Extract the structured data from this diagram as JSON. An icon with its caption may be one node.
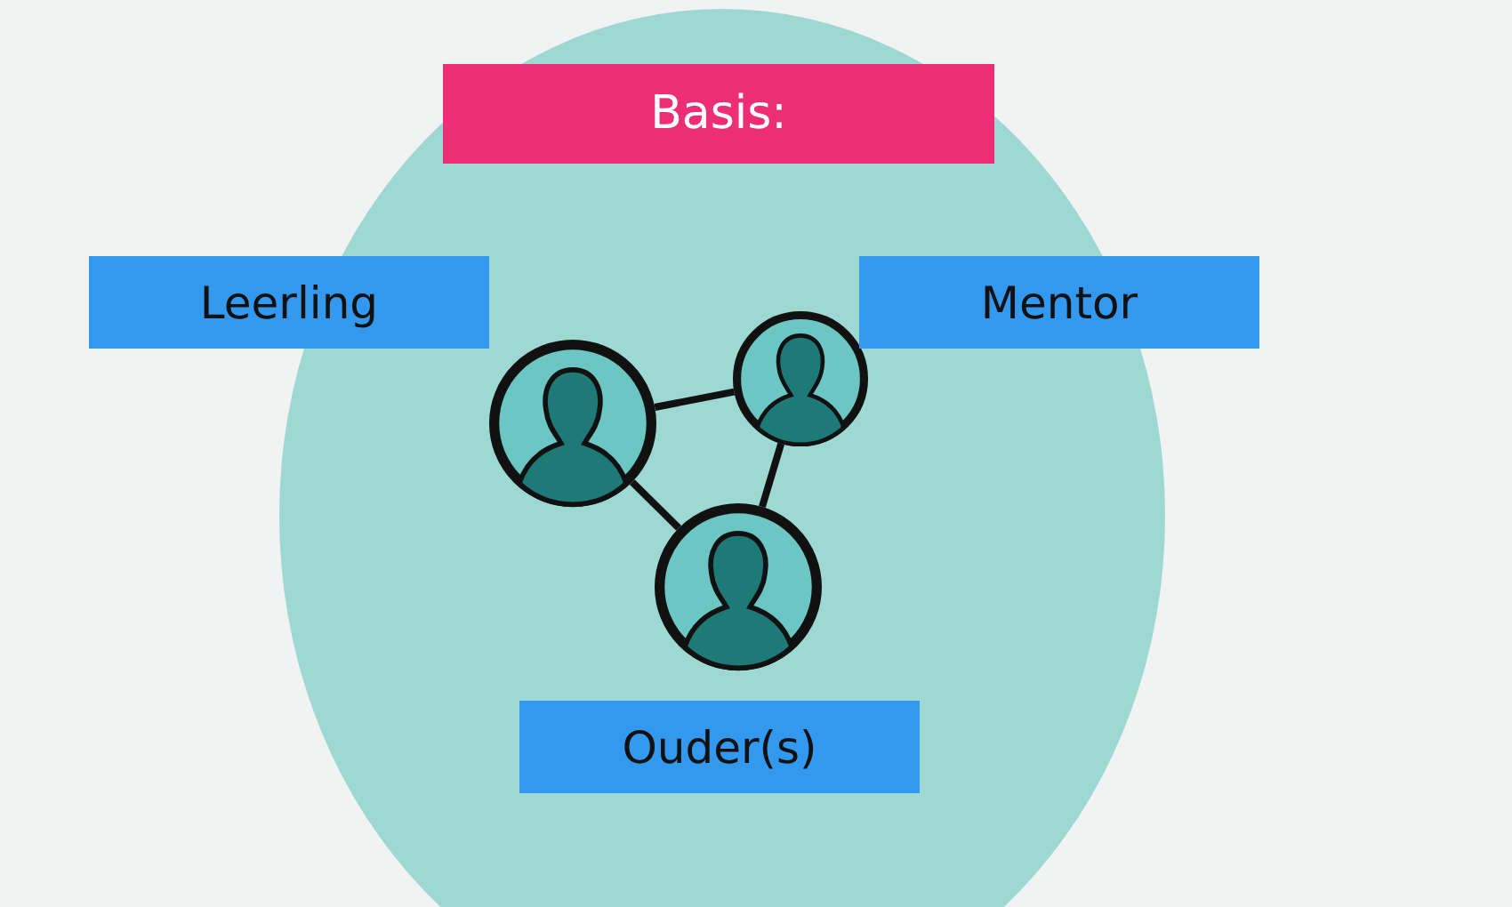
{
  "diagram": {
    "nodes": [
      {
        "text": [
          "Basis:"
        ]
      },
      {
        "text": [
          "Leerling"
        ]
      },
      {
        "text": [
          "Mentor"
        ]
      },
      {
        "text": [
          "Ouder(s)"
        ],
        "in": 0
      },
      {
        "text": [],
        "shape": "person",
        "in": 0
      },
      {
        "text": [],
        "shape": "person",
        "in": 0
      },
      {
        "text": [],
        "shape": "person",
        "in": 0
      }
    ],
    "edges": [
      {
        "from": 4,
        "to": 5,
        "arrow": "none"
      },
      {
        "from": 4,
        "to": 6,
        "arrow": "none"
      },
      {
        "from": 5,
        "to": 6,
        "arrow": "none"
      }
    ]
  }
}
